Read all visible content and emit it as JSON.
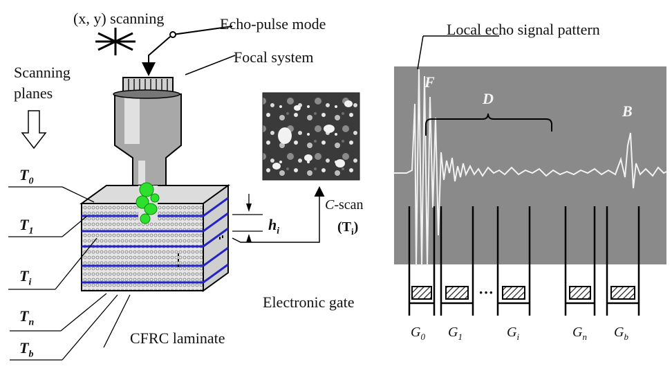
{
  "labels": {
    "scanning": "(x, y) scanning",
    "echo_mode": "Echo-pulse mode",
    "focal_system": "Focal system",
    "scanning_planes": "Scanning planes",
    "local_echo": "Local echo signal pattern",
    "electronic_gate": "Electronic gate",
    "cfrc": "CFRC laminate",
    "cscan_prefix": "C",
    "cscan_suffix": "-scan",
    "hi_main": "h",
    "hi_sub": "i",
    "cscan_layer_main": "(T",
    "cscan_layer_sub": "i",
    "cscan_layer_close": ")",
    "ellipsis": "···"
  },
  "layers": [
    {
      "main": "T",
      "sub": "0"
    },
    {
      "main": "T",
      "sub": "1"
    },
    {
      "main": "T",
      "sub": "i"
    },
    {
      "main": "T",
      "sub": "n"
    },
    {
      "main": "T",
      "sub": "b"
    }
  ],
  "wave_labels": {
    "front": "F",
    "defects": "D",
    "back": "B"
  },
  "gates": [
    {
      "main": "G",
      "sub": "0"
    },
    {
      "main": "G",
      "sub": "1"
    },
    {
      "main": "G",
      "sub": "i"
    },
    {
      "main": "G",
      "sub": "n"
    },
    {
      "main": "G",
      "sub": "b"
    }
  ],
  "colors": {
    "signal_bg": "#8a8a8a",
    "fiber_layer": "#2424c8",
    "ultrasound_beam": "#2ee02e"
  }
}
